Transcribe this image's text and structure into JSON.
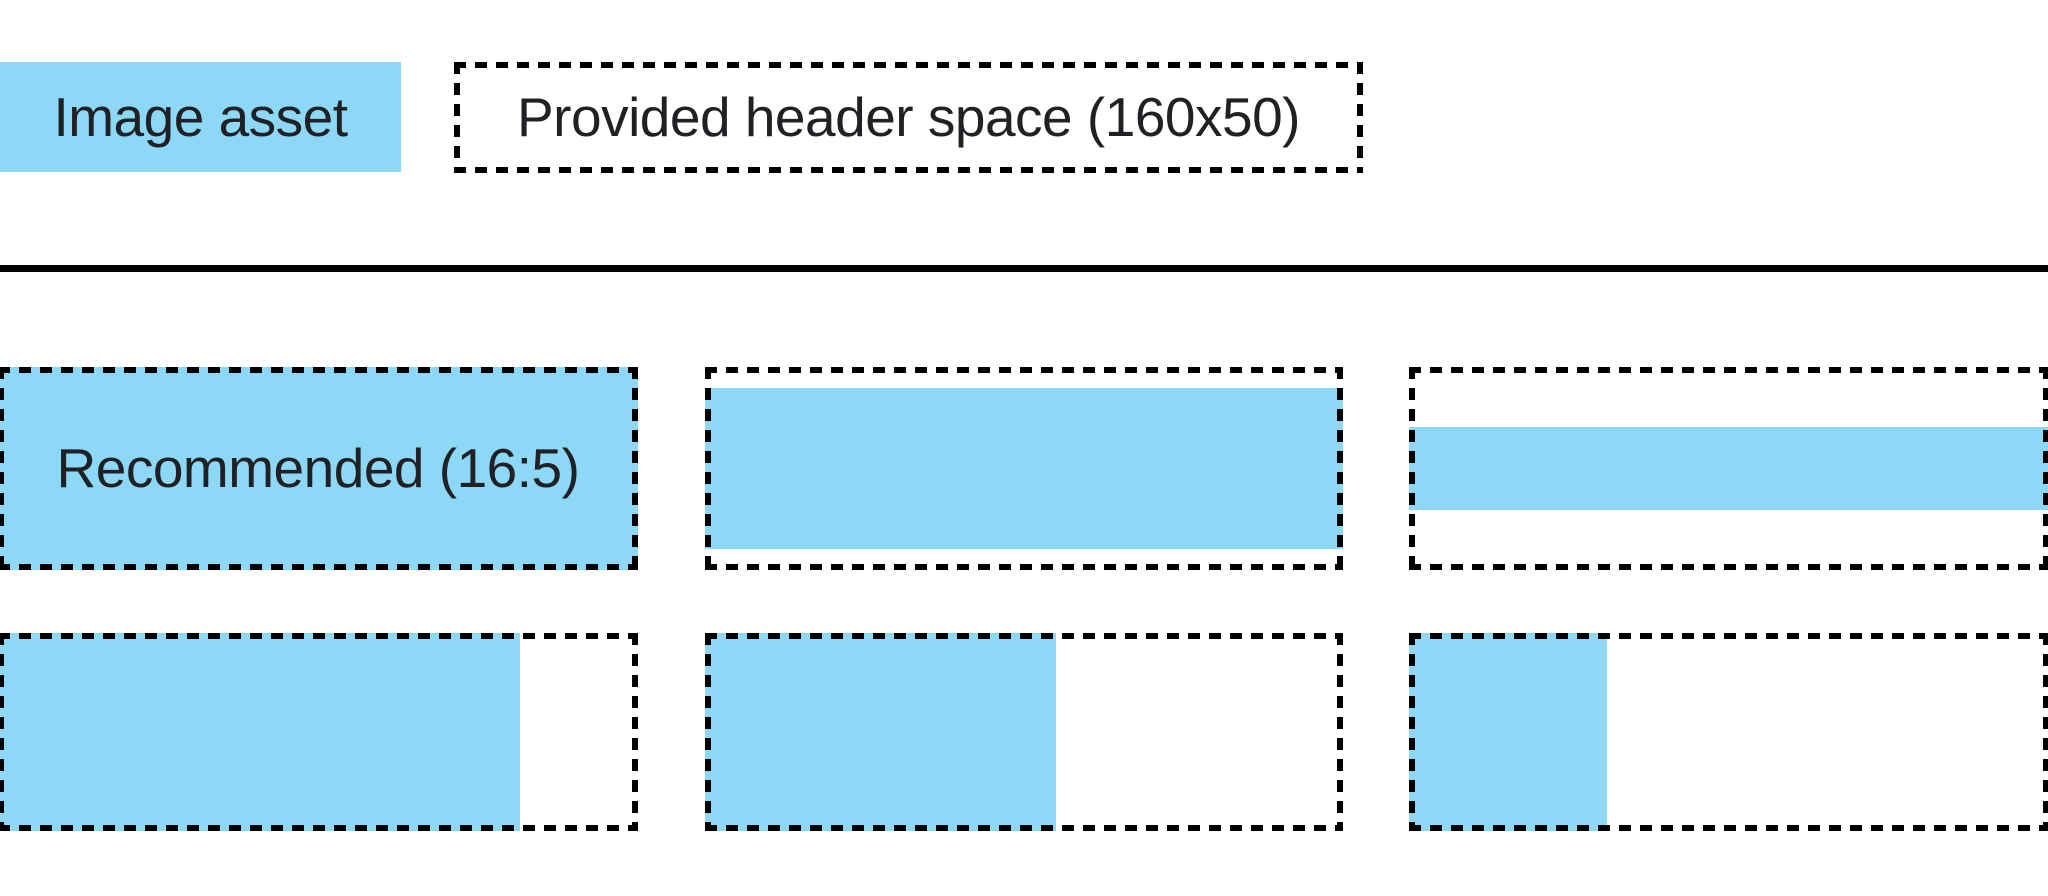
{
  "legend": {
    "image_asset_label": "Image asset",
    "header_space_label": "Provided header space (160x50)"
  },
  "examples": {
    "recommended_label": "Recommended (16:5)"
  },
  "colors": {
    "asset_blue": "#8DD7F7",
    "border_black": "#000000",
    "text_black": "#202124"
  }
}
